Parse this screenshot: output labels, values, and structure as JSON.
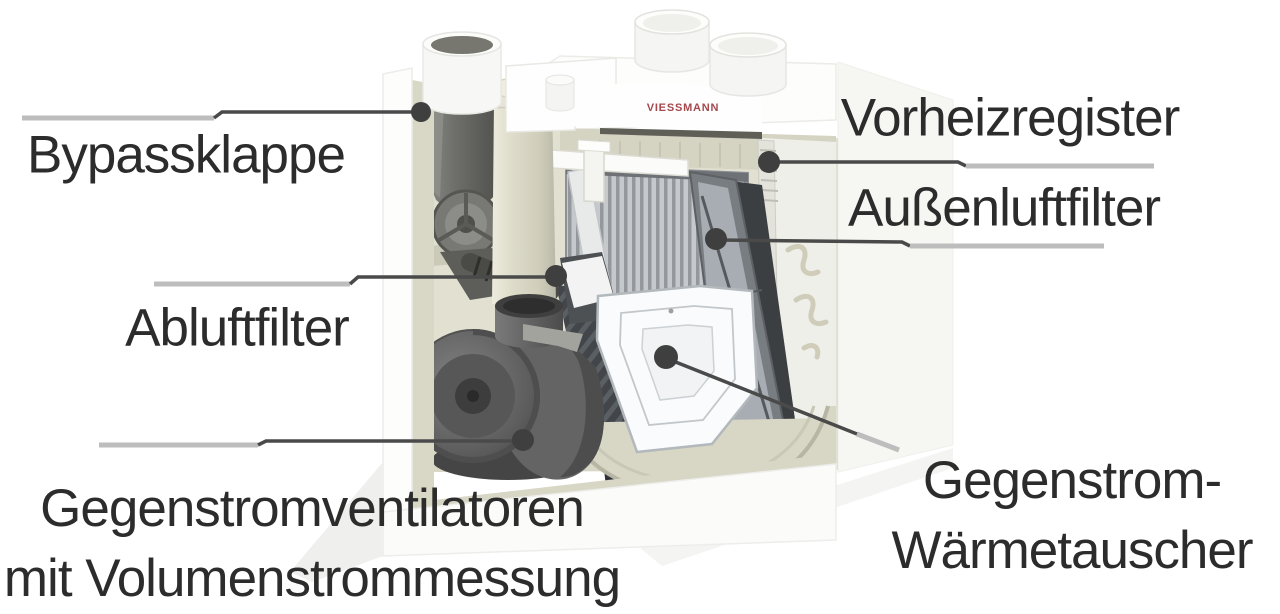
{
  "labels": {
    "bypassklappe": "Bypassklappe",
    "abluftfilter": "Abluftfilter",
    "ventilatoren_line1": "Gegenstromventilatoren",
    "ventilatoren_line2": "mit Volumenstrommessung",
    "vorheizregister": "Vorheizregister",
    "aussenluftfilter": "Außenluftfilter",
    "waermetauscher_line1": "Gegenstrom-",
    "waermetauscher_line2": "Wärmetauscher"
  },
  "device": {
    "logo_text": "VIESSMANN"
  },
  "colors": {
    "label_text": "#2c2c2c",
    "leader_dark": "#4a4a4a",
    "leader_light": "#bdbdbd",
    "dot": "#3f3f3f",
    "logo_red": "#a4494d",
    "casing_beige": "#d8d6c4"
  }
}
